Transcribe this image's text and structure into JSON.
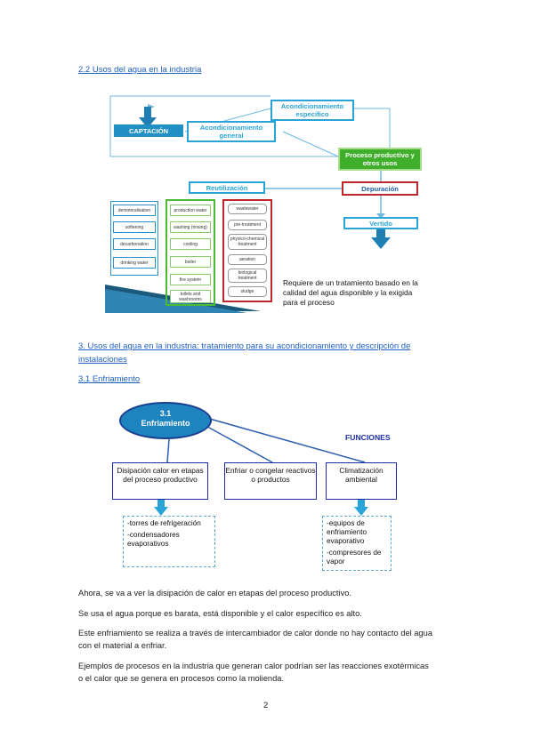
{
  "headings": {
    "section_2_2": "2.2 Usos del agua en la industria",
    "section_3_line1": "3. Usos del agua en la industria: tratamiento para su acondicionamiento y descripción de",
    "section_3_line2": "instalaciones",
    "section_3_1": "3.1 Enfriamiento"
  },
  "diagram1": {
    "captacion": "CAPTACIÓN",
    "acond_general": "Acondicionamiento general",
    "acond_especifico": "Acondicionamiento específico",
    "proceso": "Proceso productivo y otros usos",
    "reutilizacion": "Reutilización",
    "depuracion": "Depuración",
    "vertido": "Vertido",
    "col1": [
      "demineralisation",
      "softening",
      "decarbonation",
      "drinking water"
    ],
    "col2": [
      "production water",
      "washing (rinsing)",
      "cooling",
      "boiler",
      "fire system",
      "toilets and washrooms"
    ],
    "col3": [
      "wastewater",
      "pre-treatment",
      "physico-chemical treatment",
      "aeration",
      "biological treatment",
      "sludge"
    ],
    "note": "Requiere de un tratamiento basado en la calidad del agua disponible y la exigida para el proceso",
    "colors": {
      "blue": "#1f8fc4",
      "green": "#3fae2a",
      "red": "#c0262c"
    }
  },
  "diagram2": {
    "center_number": "3.1",
    "center_label": "Enfriamiento",
    "funciones": "FUNCIONES",
    "box1": "Disipación calor en etapas del proceso productivo",
    "box2": "Enfriar o congelar reactivos o productos",
    "box3": "Climatización ambiental",
    "list1": [
      "-torres de refrigeración",
      "-condensadores evaporativos"
    ],
    "list2": [
      "-equipos de enfriamiento evaporativo",
      "-compresores de vapor"
    ]
  },
  "paragraphs": {
    "p1": "Ahora, se va a ver la disipación de calor en etapas del proceso productivo.",
    "p2": "Se usa el agua porque es barata, está disponible y el calor específico es alto.",
    "p3_l1": "Este enfriamiento se realiza a través de intercambiador de calor donde no hay contacto del agua",
    "p3_l2": "con el material a enfriar.",
    "p4_l1": "Ejemplos de procesos en la industria que generan calor podrían ser las reacciones exotérmicas",
    "p4_l2": "o el calor que se genera en procesos como la molienda."
  },
  "page_number": "2"
}
